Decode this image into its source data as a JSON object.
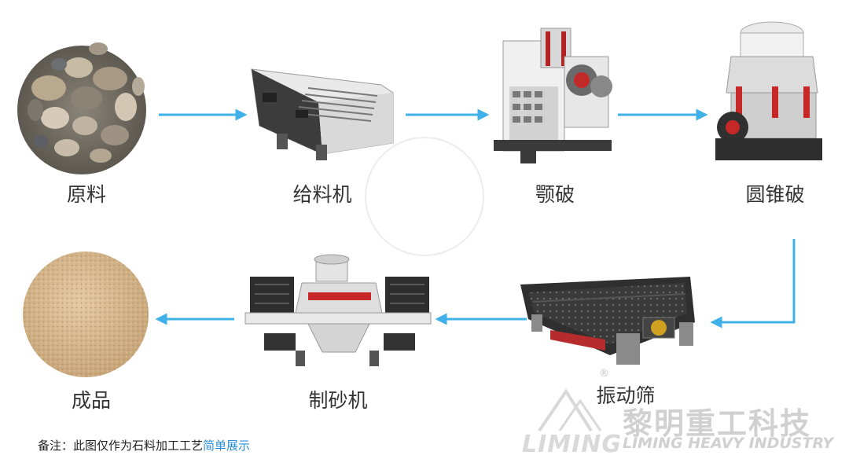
{
  "steps": {
    "raw": "原料",
    "feeder": "给料机",
    "jaw": "颚破",
    "cone": "圆锥破",
    "screen": "振动筛",
    "sand": "制砂机",
    "product": "成品"
  },
  "note": {
    "prefix": "备注：此图仅作为石料加工工艺",
    "highlight": "简单展示"
  },
  "watermark": {
    "brand": "黎明重工科技",
    "english": "LIMING HEAVY INDUSTRY",
    "logo": "LIMING",
    "reg": "®"
  },
  "colors": {
    "arrow": "#3fb0e8",
    "note_highlight": "#2a8fd8"
  }
}
